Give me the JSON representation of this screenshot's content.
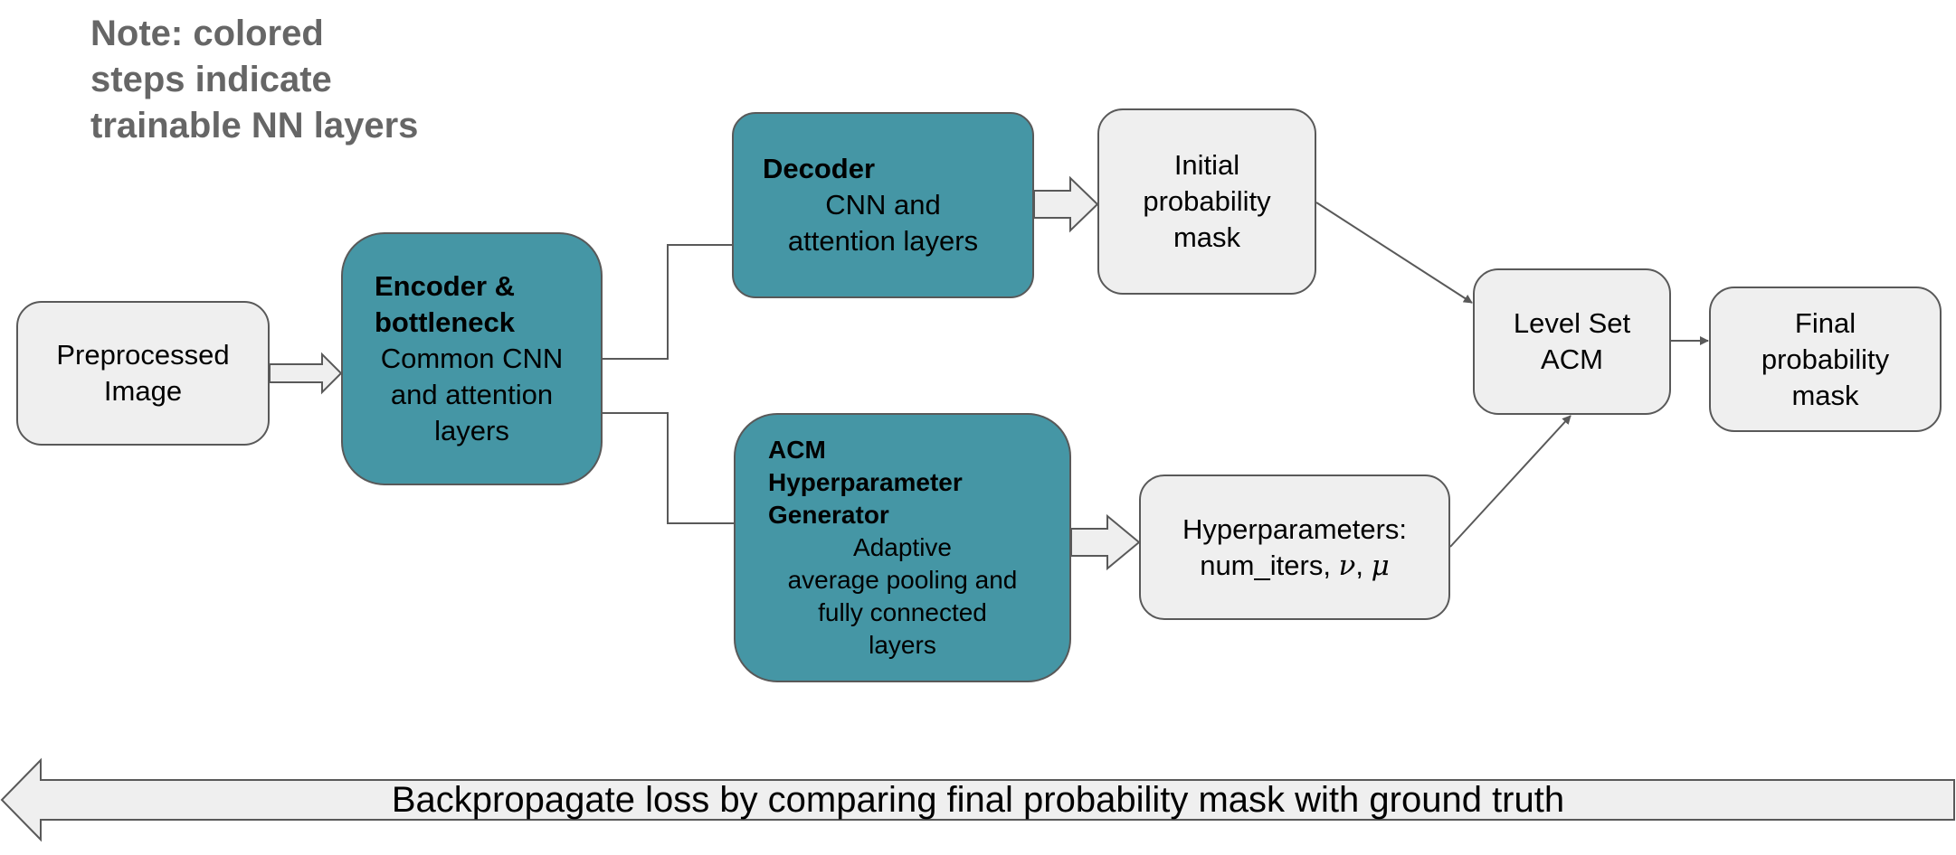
{
  "note": {
    "lines": [
      "Note: colored",
      "steps indicate",
      "trainable NN layers"
    ]
  },
  "boxes": {
    "preprocessed": {
      "lines": [
        "Preprocessed",
        "Image"
      ]
    },
    "encoder": {
      "title": [
        "Encoder &",
        "bottleneck"
      ],
      "body": [
        "Common CNN",
        "and attention",
        "layers"
      ]
    },
    "decoder": {
      "title": "Decoder",
      "body": [
        "CNN and",
        "attention layers"
      ]
    },
    "initial_mask": {
      "lines": [
        "Initial",
        "probability",
        "mask"
      ]
    },
    "acm_generator": {
      "title": [
        "ACM",
        "Hyperparameter",
        "Generator"
      ],
      "body": [
        "Adaptive",
        "average pooling and",
        "fully connected",
        "layers"
      ]
    },
    "hyperparameters": {
      "line1": "Hyperparameters:",
      "line2_prefix": "num_iters, ",
      "nu": "ν",
      "sep": ", ",
      "mu": "μ"
    },
    "level_set": {
      "lines": [
        "Level Set",
        "ACM"
      ]
    },
    "final_mask": {
      "lines": [
        "Final",
        "probability",
        "mask"
      ]
    }
  },
  "backprop": {
    "label": "Backpropagate loss by comparing final probability mask with ground truth"
  },
  "colors": {
    "trainable_fill": "#4596a5",
    "box_fill": "#efefef",
    "border": "#595959",
    "note_text": "#666666"
  }
}
